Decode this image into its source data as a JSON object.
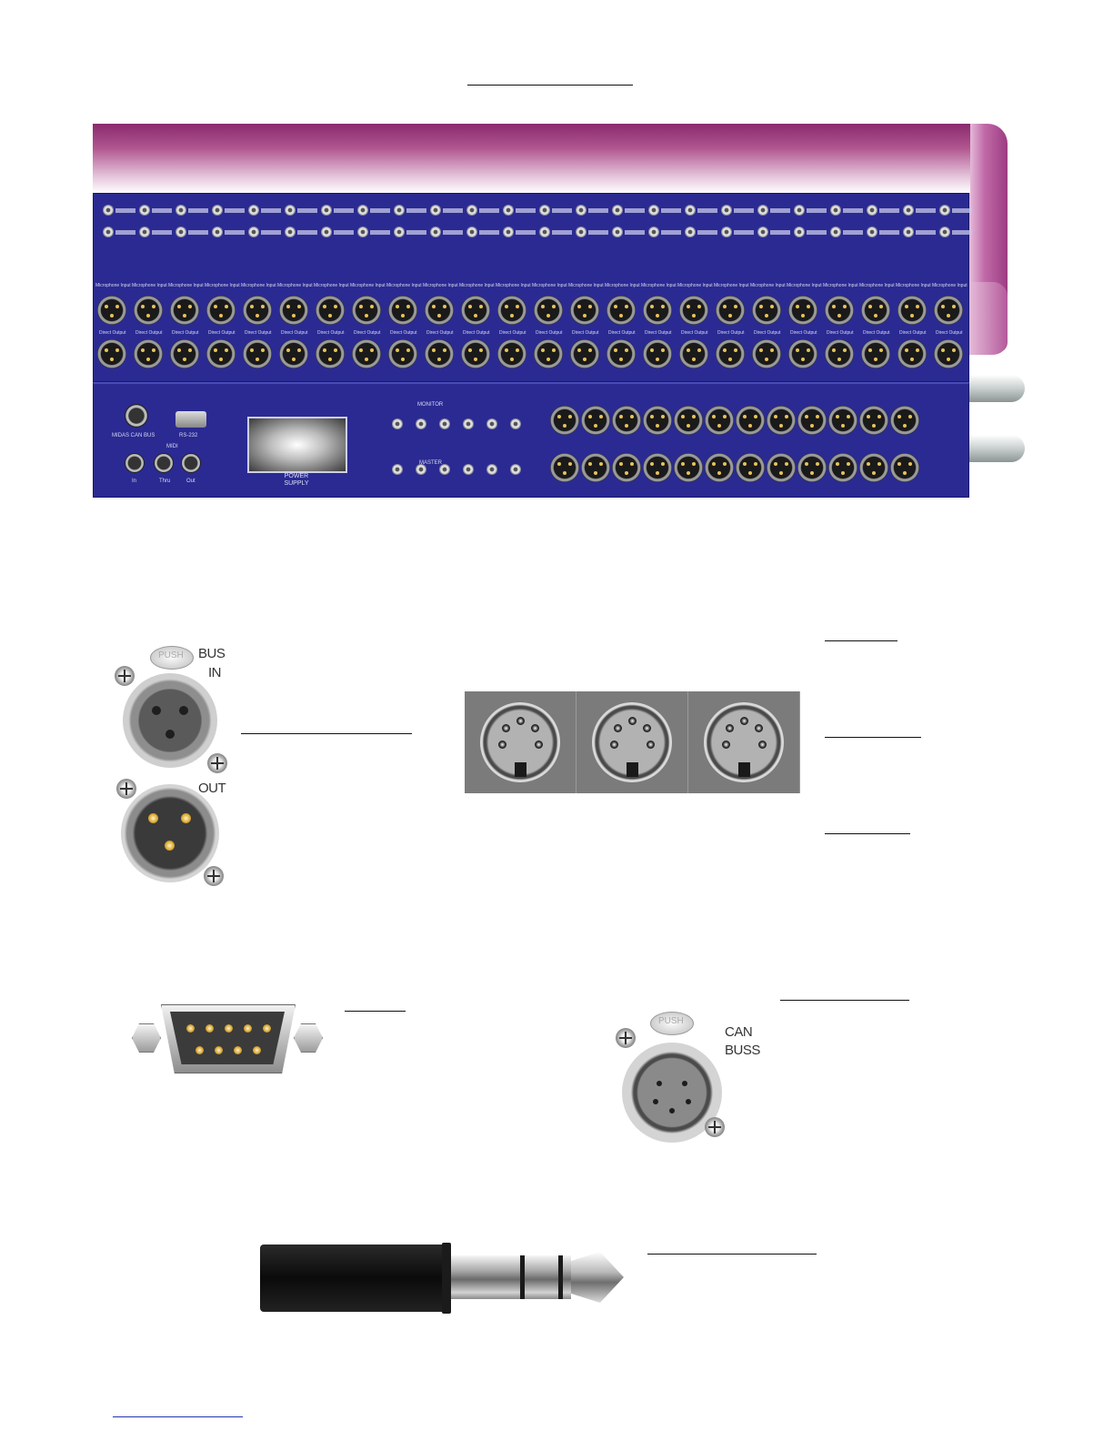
{
  "xlr_detail": {
    "top_label": "BUS",
    "top_label_2": "IN",
    "bottom_label": "OUT",
    "push_text": "PUSH"
  },
  "can_detail": {
    "label": "CAN",
    "label_2": "BUSS",
    "push_text": "PUSH"
  },
  "console": {
    "channel_input_label": "Microphone Input",
    "channel_output_label": "Direct Output",
    "can_bus_label": "MIDAS CAN BUS",
    "rs232_label": "RS-232",
    "midi_label": "MIDI",
    "midi_ports": [
      "In",
      "Thru",
      "Out"
    ],
    "power_label": "POWER",
    "power_label_2": "SUPPLY",
    "monitor_label": "MONITOR",
    "master_label": "MASTER"
  },
  "colors": {
    "panel": "#2a2a92",
    "armrest": "#9c3d84"
  }
}
